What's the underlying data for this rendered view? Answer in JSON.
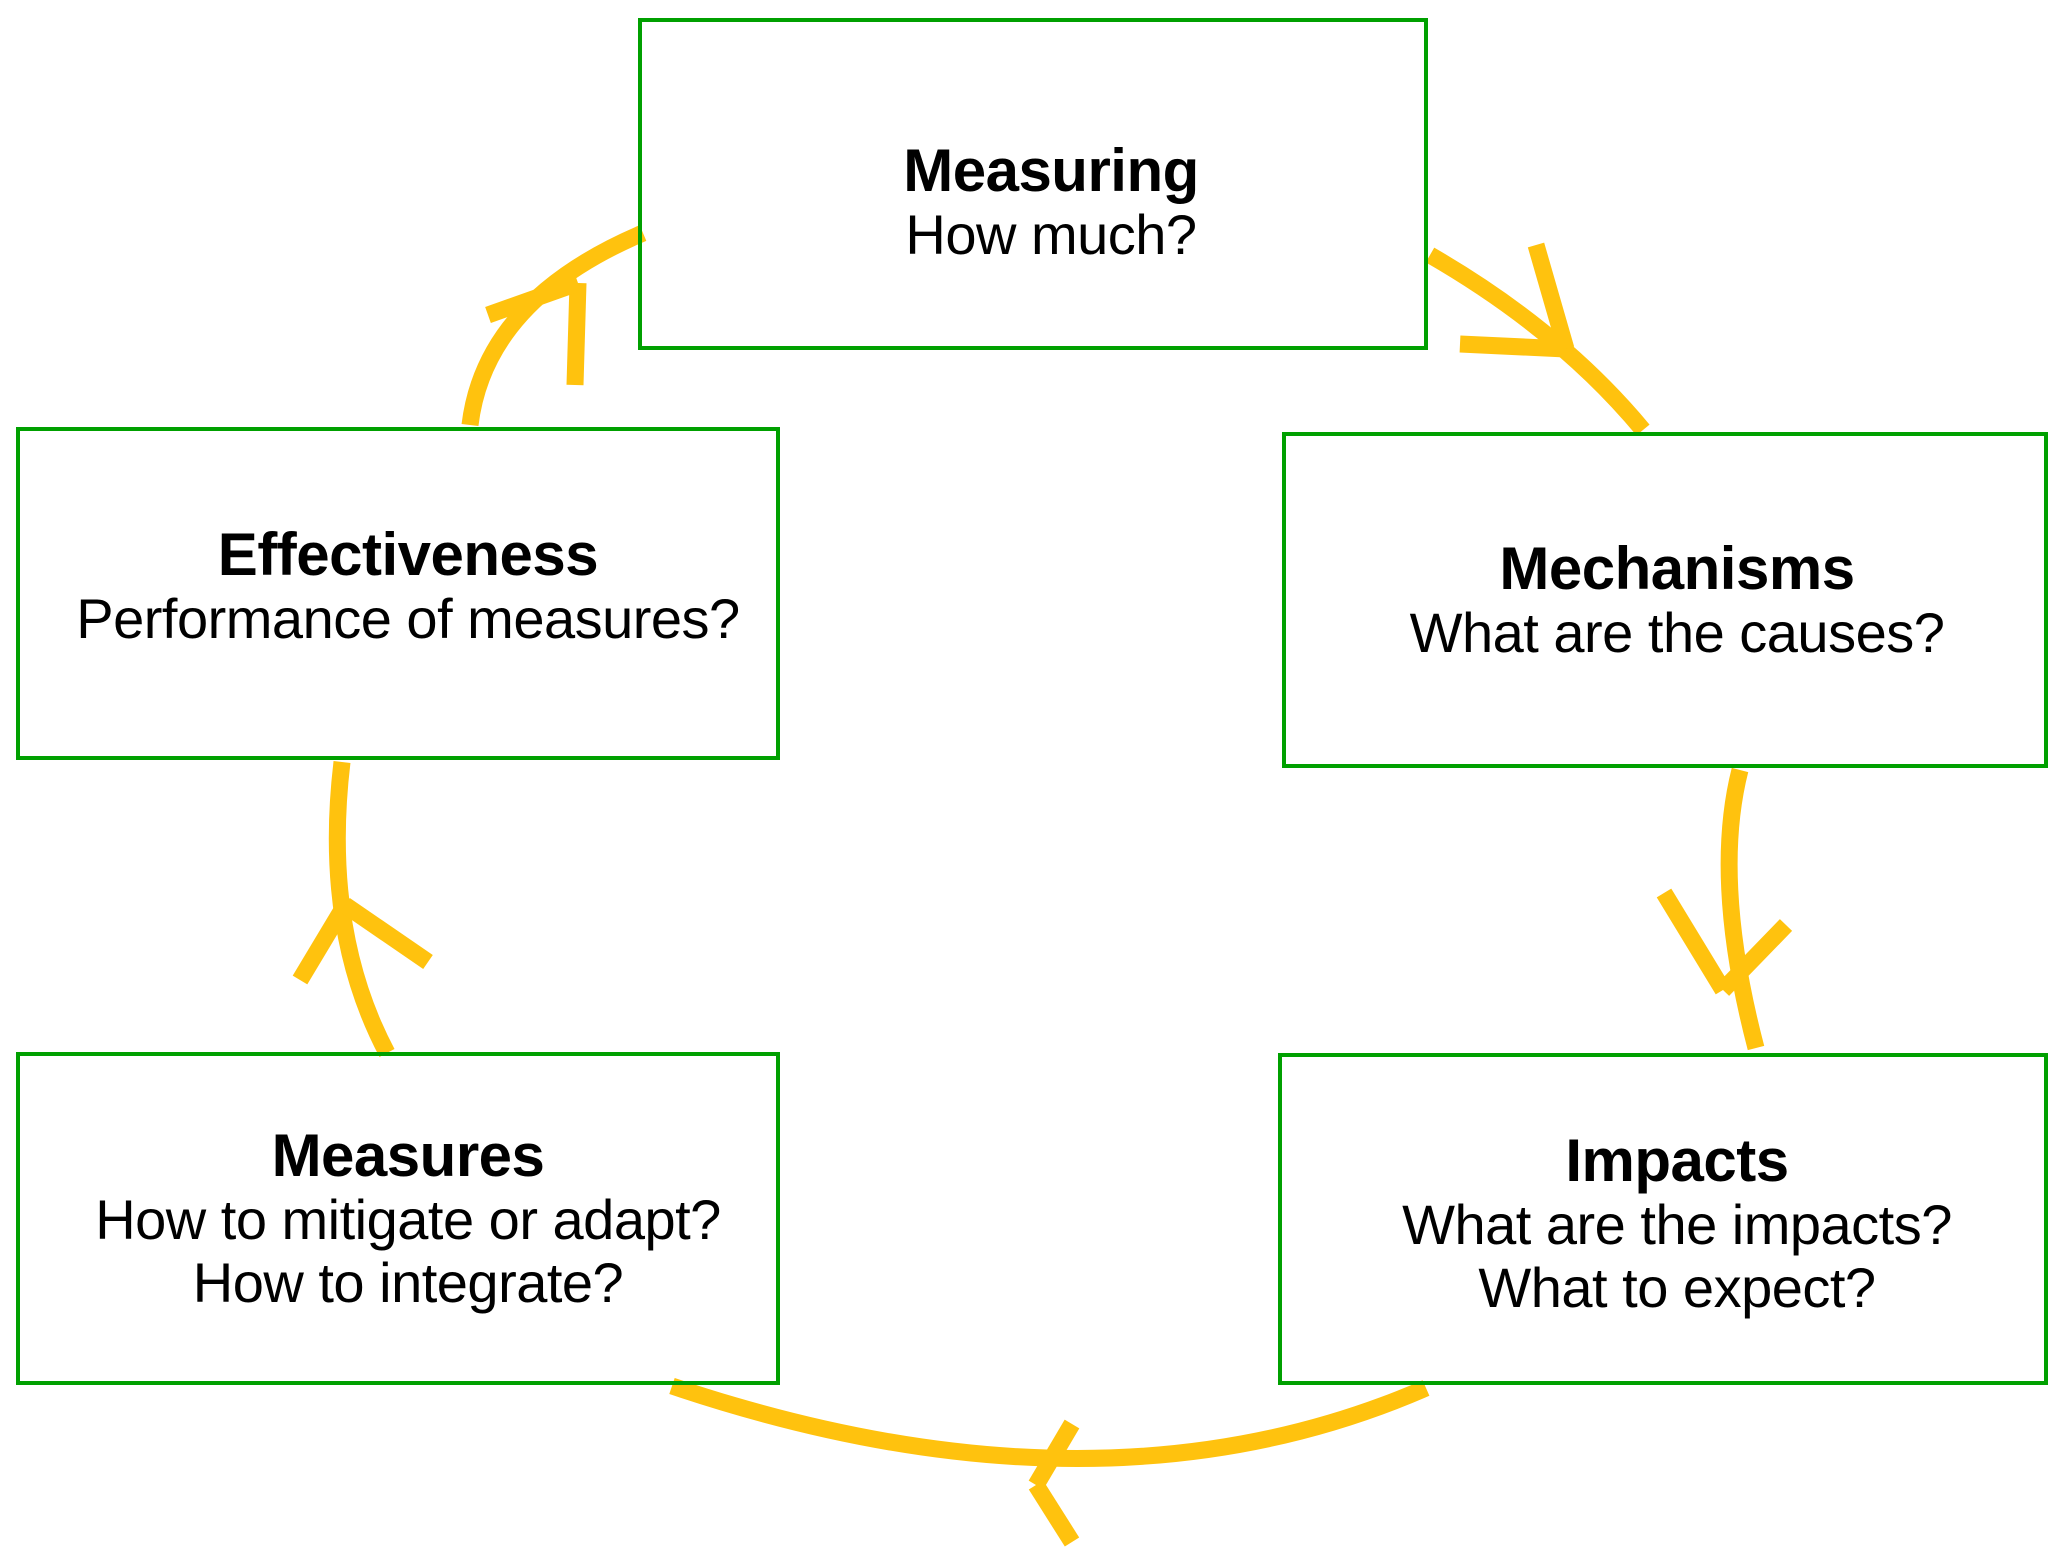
{
  "diagram": {
    "type": "cyclical-process-diagram",
    "direction": "clockwise",
    "colors": {
      "box_border": "#00a000",
      "arrow": "#ffc20e",
      "text": "#000000",
      "background": "#ffffff"
    },
    "nodes": [
      {
        "id": "measuring",
        "title": "Measuring",
        "lines": [
          "How much?"
        ]
      },
      {
        "id": "mechanisms",
        "title": "Mechanisms",
        "lines": [
          "What are the causes?"
        ]
      },
      {
        "id": "impacts",
        "title": "Impacts",
        "lines": [
          "What are the impacts?",
          "What to expect?"
        ]
      },
      {
        "id": "measures",
        "title": "Measures",
        "lines": [
          "How to mitigate or adapt?",
          "How to integrate?"
        ]
      },
      {
        "id": "effectiveness",
        "title": "Effectiveness",
        "lines": [
          "Performance of measures?"
        ]
      }
    ],
    "arrows": [
      {
        "id": "measuring-to-mechanisms",
        "from": "measuring",
        "to": "mechanisms",
        "label": ""
      },
      {
        "id": "mechanisms-to-impacts",
        "from": "mechanisms",
        "to": "impacts",
        "label": ""
      },
      {
        "id": "impacts-to-measures",
        "from": "impacts",
        "to": "measures",
        "label": ""
      },
      {
        "id": "measures-to-effectiveness",
        "from": "measures",
        "to": "effectiveness",
        "label": ""
      },
      {
        "id": "effectiveness-to-measuring",
        "from": "effectiveness",
        "to": "measuring",
        "label": ""
      }
    ]
  }
}
